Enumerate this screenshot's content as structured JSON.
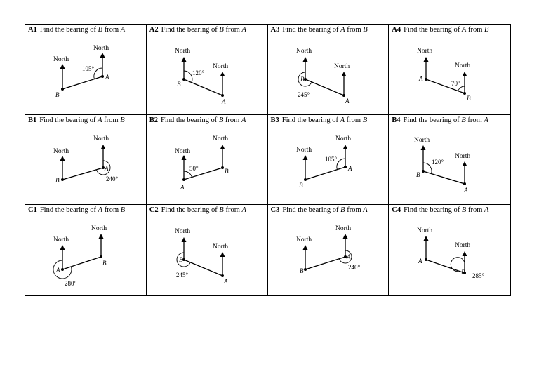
{
  "cells": [
    {
      "code": "A1",
      "pre": "Find the bearing of",
      "p1": "B",
      "mid": "from",
      "p2": "A",
      "north_left": "North",
      "north_right": "North",
      "label_left": "B",
      "label_right": "A",
      "angle": "105°"
    },
    {
      "code": "A2",
      "pre": "Find the bearing of",
      "p1": "B",
      "mid": "from",
      "p2": "A",
      "north_left": "North",
      "north_right": "North",
      "label_left": "B",
      "label_right": "A",
      "angle": "120°"
    },
    {
      "code": "A3",
      "pre": "Find the bearing of",
      "p1": "A",
      "mid": "from",
      "p2": "B",
      "north_left": "North",
      "north_right": "North",
      "label_left": "B",
      "label_right": "A",
      "angle": "245°"
    },
    {
      "code": "A4",
      "pre": "Find the bearing of",
      "p1": "A",
      "mid": "from",
      "p2": "B",
      "north_left": "North",
      "north_right": "North",
      "label_left": "A",
      "label_right": "B",
      "angle": "70°"
    },
    {
      "code": "B1",
      "pre": "Find the bearing of",
      "p1": "A",
      "mid": "from",
      "p2": "B",
      "north_left": "North",
      "north_right": "North",
      "label_left": "B",
      "label_right": "A",
      "angle": "240°"
    },
    {
      "code": "B2",
      "pre": "Find the bearing of",
      "p1": "B",
      "mid": "from",
      "p2": "A",
      "north_left": "North",
      "north_right": "North",
      "label_left": "A",
      "label_right": "B",
      "angle": "50°"
    },
    {
      "code": "B3",
      "pre": "Find the bearing of",
      "p1": "A",
      "mid": "from",
      "p2": "B",
      "north_left": "North",
      "north_right": "North",
      "label_left": "B",
      "label_right": "A",
      "angle": "105°"
    },
    {
      "code": "B4",
      "pre": "Find the bearing of",
      "p1": "B",
      "mid": "from",
      "p2": "A",
      "north_left": "North",
      "north_right": "North",
      "label_left": "B",
      "label_right": "A",
      "angle": "120°"
    },
    {
      "code": "C1",
      "pre": "Find the bearing of",
      "p1": "A",
      "mid": "from",
      "p2": "B",
      "north_left": "North",
      "north_right": "North",
      "label_left": "A",
      "label_right": "B",
      "angle": "280°"
    },
    {
      "code": "C2",
      "pre": "Find the bearing of",
      "p1": "B",
      "mid": "from",
      "p2": "A",
      "north_left": "North",
      "north_right": "North",
      "label_left": "B",
      "label_right": "A",
      "angle": "245°"
    },
    {
      "code": "C3",
      "pre": "Find the bearing of",
      "p1": "B",
      "mid": "from",
      "p2": "A",
      "north_left": "North",
      "north_right": "North",
      "label_left": "B",
      "label_right": "A",
      "angle": "240°"
    },
    {
      "code": "C4",
      "pre": "Find the bearing of",
      "p1": "B",
      "mid": "from",
      "p2": "A",
      "north_left": "North",
      "north_right": "North",
      "label_left": "A",
      "label_right": "B",
      "angle": "285°"
    }
  ]
}
